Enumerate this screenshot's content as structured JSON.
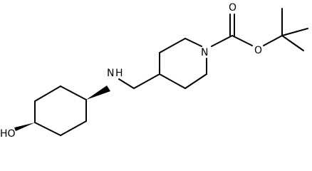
{
  "molecule": {
    "atom_labels": {
      "hydroxyl": "HO",
      "amine_nitrogen": "N",
      "amine_hydrogen": "H",
      "piperidine_nitrogen": "N",
      "carbonyl_oxygen": "O",
      "ester_oxygen": "O"
    }
  }
}
